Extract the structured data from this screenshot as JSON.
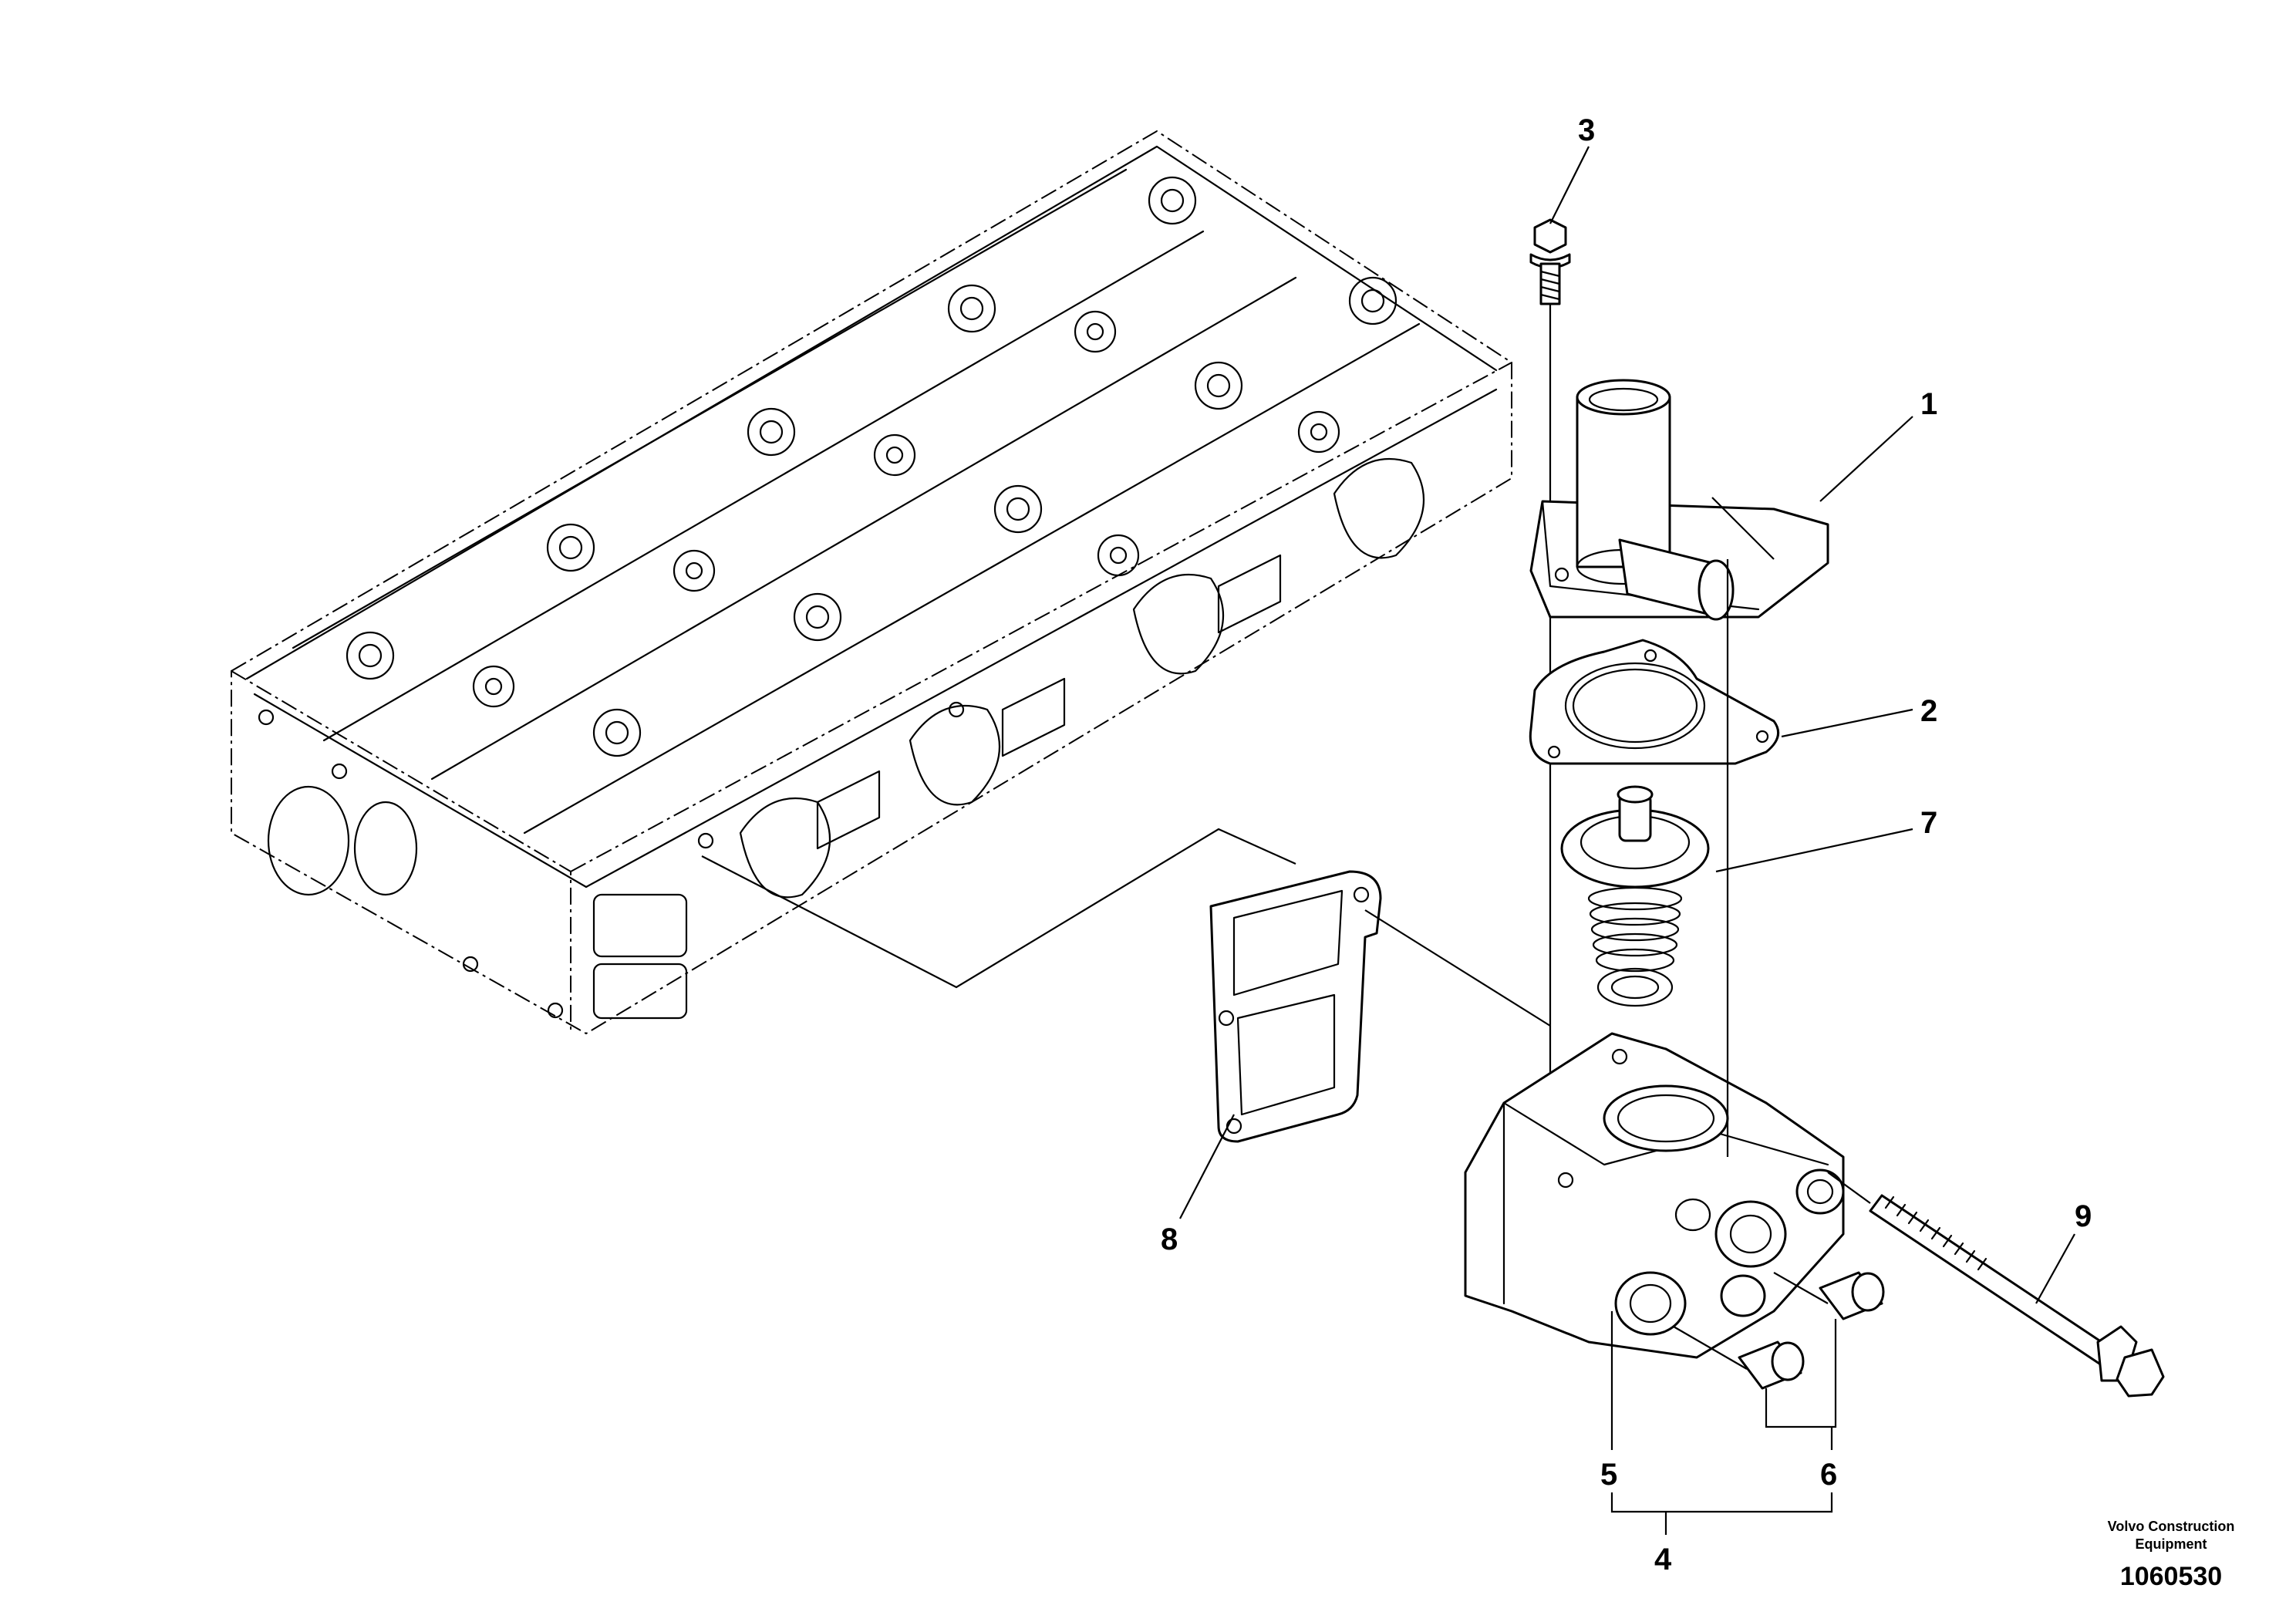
{
  "callouts": {
    "c1": "1",
    "c2": "2",
    "c3": "3",
    "c4": "4",
    "c5": "5",
    "c6": "6",
    "c7": "7",
    "c8": "8",
    "c9": "9"
  },
  "footer": {
    "brand_line1": "Volvo Construction",
    "brand_line2": "Equipment",
    "drawing_number": "1060530"
  }
}
